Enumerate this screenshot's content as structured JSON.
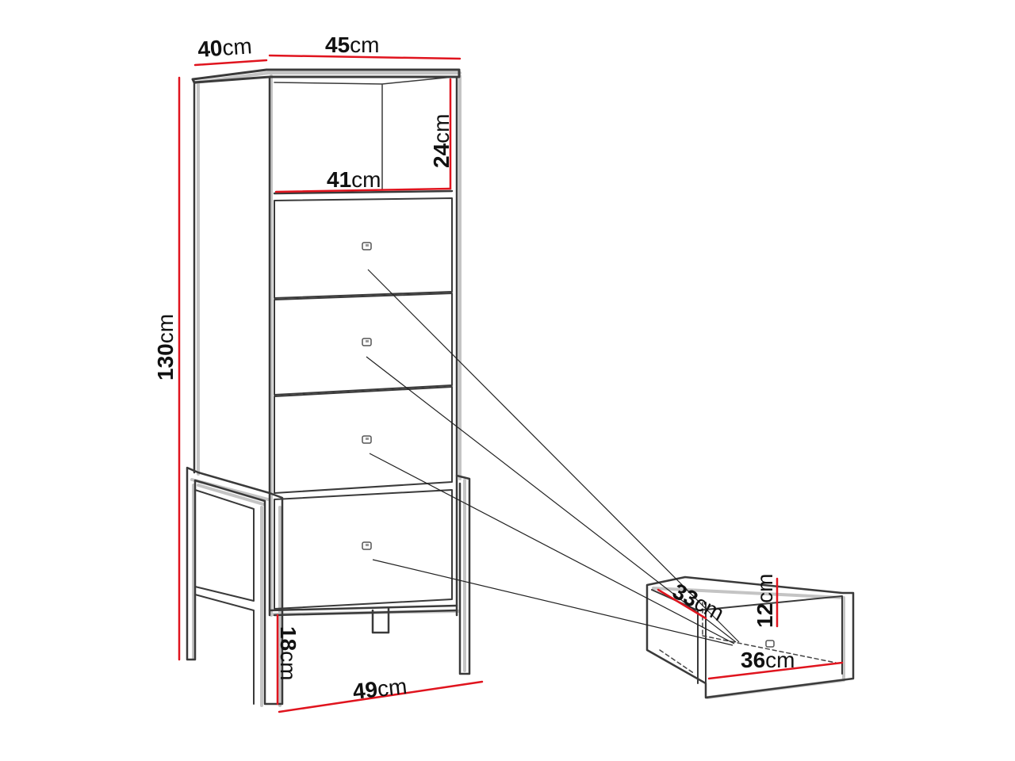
{
  "colors": {
    "outline": "#3a3a3a",
    "shadow": "#b5b5b5",
    "measure": "#e0141e",
    "leader": "#222222"
  },
  "dimensions": {
    "depth": {
      "value": "40",
      "unit": "cm"
    },
    "width": {
      "value": "45",
      "unit": "cm"
    },
    "shelf_height": {
      "value": "24",
      "unit": "cm"
    },
    "shelf_width": {
      "value": "41",
      "unit": "cm"
    },
    "total_height": {
      "value": "130",
      "unit": "cm"
    },
    "leg_height": {
      "value": "18",
      "unit": "cm"
    },
    "base_width": {
      "value": "49",
      "unit": "cm"
    },
    "drawer_depth": {
      "value": "33",
      "unit": "cm"
    },
    "drawer_height": {
      "value": "12",
      "unit": "cm"
    },
    "drawer_width": {
      "value": "36",
      "unit": "cm"
    }
  },
  "icons": {
    "handle": "drawer-handle-icon"
  }
}
